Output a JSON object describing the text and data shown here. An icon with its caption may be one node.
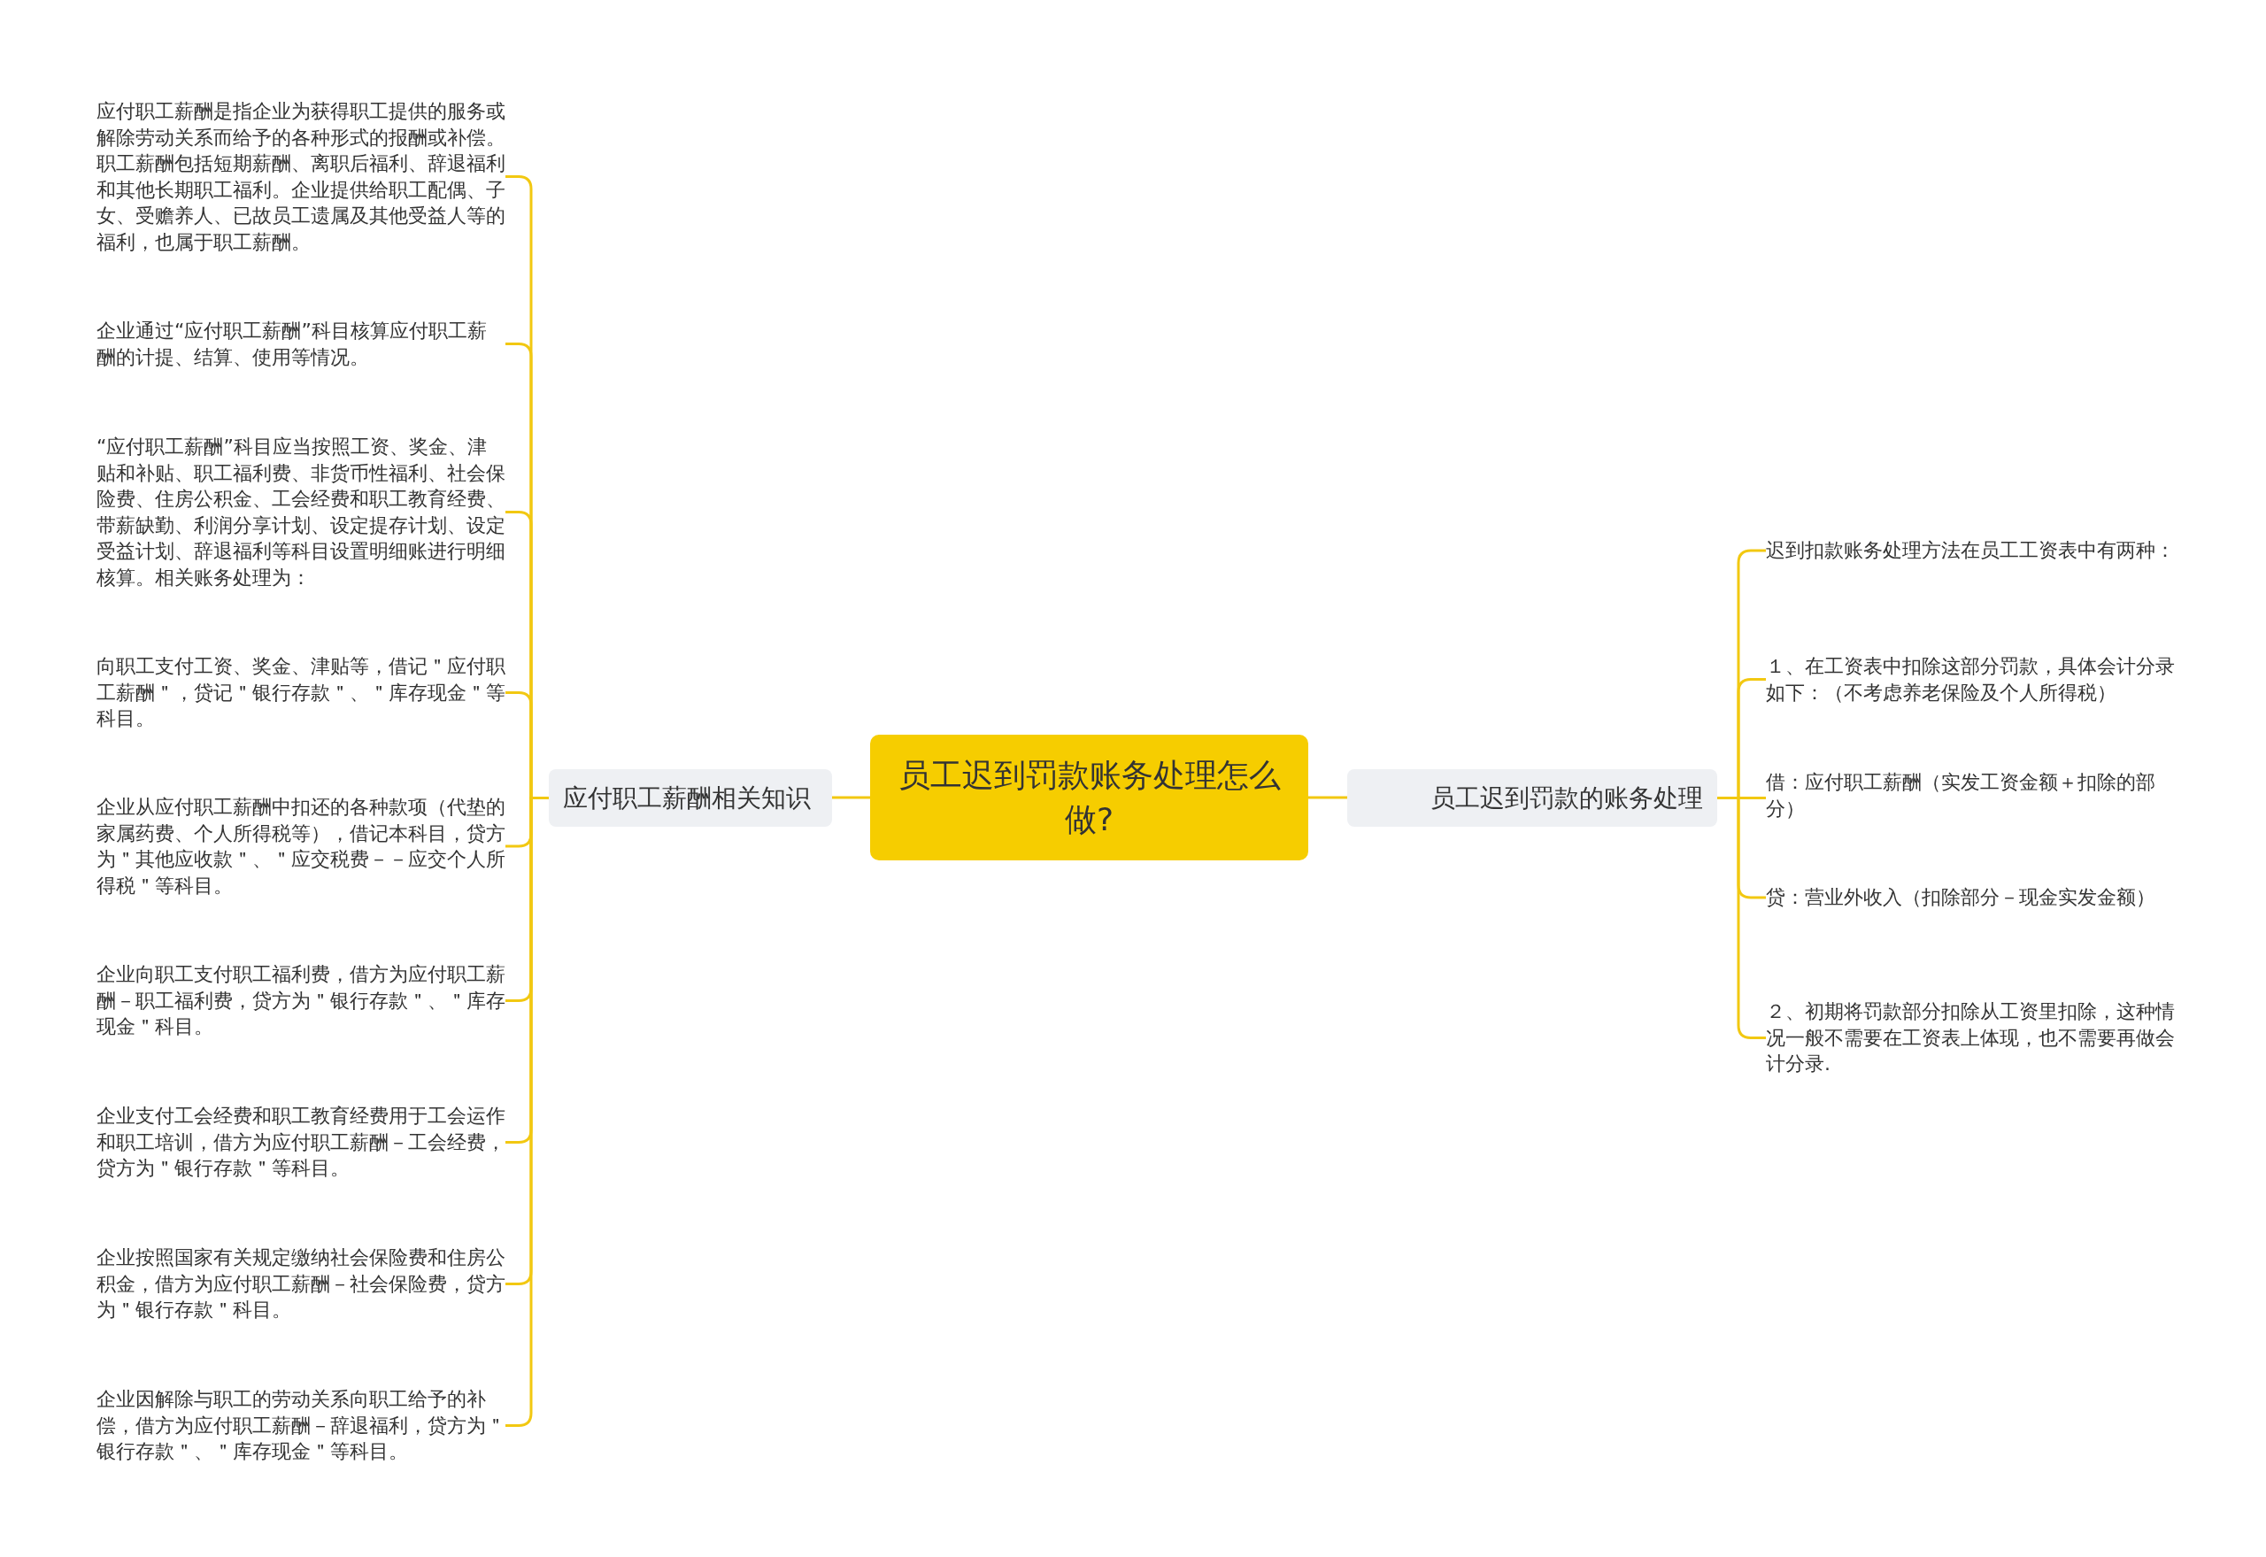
{
  "diagram": {
    "nodes": [
      {
        "text": [
          "员工迟到罚款账务处理怎么做?"
        ]
      },
      {
        "text": [
          "应付职工薪酬相关知识"
        ]
      },
      {
        "text": [
          "员工迟到罚款的账务处理"
        ]
      },
      {
        "text": [
          "应付职工薪酬是指企业为获得职工提供的服务或解除劳动关系而给予的各种形式的报酬或补偿。职工薪酬包括短期薪酬、离职后福利、辞退福利和其他长期职工福利。企业提供给职工配偶、子女、受赡养人、已故员工遗属及其他受益人等的福利，也属于职工薪酬。"
        ]
      },
      {
        "text": [
          "企业通过“应付职工薪酬”科目核算应付职工薪酬的计提、结算、使用等情况。"
        ]
      },
      {
        "text": [
          "“应付职工薪酬”科目应当按照工资、奖金、津贴和补贴、职工福利费、非货币性福利、社会保险费、住房公积金、工会经费和职工教育经费、带薪缺勤、利润分享计划、设定提存计划、设定受益计划、辞退福利等科目设置明细账进行明细核算。相关账务处理为："
        ]
      },
      {
        "text": [
          "向职工支付工资、奖金、津贴等，借记＂应付职工薪酬＂，贷记＂银行存款＂、＂库存现金＂等科目。"
        ]
      },
      {
        "text": [
          "企业从应付职工薪酬中扣还的各种款项（代垫的家属药费、个人所得税等），借记本科目，贷方为＂其他应收款＂、＂应交税费－－应交个人所得税＂等科目。"
        ]
      },
      {
        "text": [
          "企业向职工支付职工福利费，借方为应付职工薪酬－职工福利费，贷方为＂银行存款＂、＂库存现金＂科目。"
        ]
      },
      {
        "text": [
          "企业支付工会经费和职工教育经费用于工会运作和职工培训，借方为应付职工薪酬－工会经费，贷方为＂银行存款＂等科目。"
        ]
      },
      {
        "text": [
          "企业按照国家有关规定缴纳社会保险费和住房公积金，借方为应付职工薪酬－社会保险费，贷方为＂银行存款＂科目。"
        ]
      },
      {
        "text": [
          "企业因解除与职工的劳动关系向职工给予的补偿，借方为应付职工薪酬－辞退福利，贷方为＂银行存款＂、＂库存现金＂等科目。"
        ]
      },
      {
        "text": [
          "迟到扣款账务处理方法在员工工资表中有两种："
        ]
      },
      {
        "text": [
          "１、在工资表中扣除这部分罚款，具体会计分录如下：（不考虑养老保险及个人所得税）"
        ]
      },
      {
        "text": [
          "借：应付职工薪酬（实发工资金额＋扣除的部分）"
        ]
      },
      {
        "text": [
          "贷：营业外收入（扣除部分－现金实发金额）"
        ]
      },
      {
        "text": [
          "２、初期将罚款部分扣除从工资里扣除，这种情况一般不需要在工资表上体现，也不需要再做会计分录."
        ]
      }
    ],
    "edges": [
      {
        "from": 0,
        "to": 1,
        "arrow": "none"
      },
      {
        "from": 0,
        "to": 2,
        "arrow": "none"
      },
      {
        "from": 1,
        "to": 3,
        "arrow": "none"
      },
      {
        "from": 1,
        "to": 4,
        "arrow": "none"
      },
      {
        "from": 1,
        "to": 5,
        "arrow": "none"
      },
      {
        "from": 1,
        "to": 6,
        "arrow": "none"
      },
      {
        "from": 1,
        "to": 7,
        "arrow": "none"
      },
      {
        "from": 1,
        "to": 8,
        "arrow": "none"
      },
      {
        "from": 1,
        "to": 9,
        "arrow": "none"
      },
      {
        "from": 1,
        "to": 10,
        "arrow": "none"
      },
      {
        "from": 1,
        "to": 11,
        "arrow": "none"
      },
      {
        "from": 2,
        "to": 12,
        "arrow": "none"
      },
      {
        "from": 2,
        "to": 13,
        "arrow": "none"
      },
      {
        "from": 2,
        "to": 14,
        "arrow": "none"
      },
      {
        "from": 2,
        "to": 15,
        "arrow": "none"
      },
      {
        "from": 2,
        "to": 16,
        "arrow": "none"
      }
    ]
  }
}
